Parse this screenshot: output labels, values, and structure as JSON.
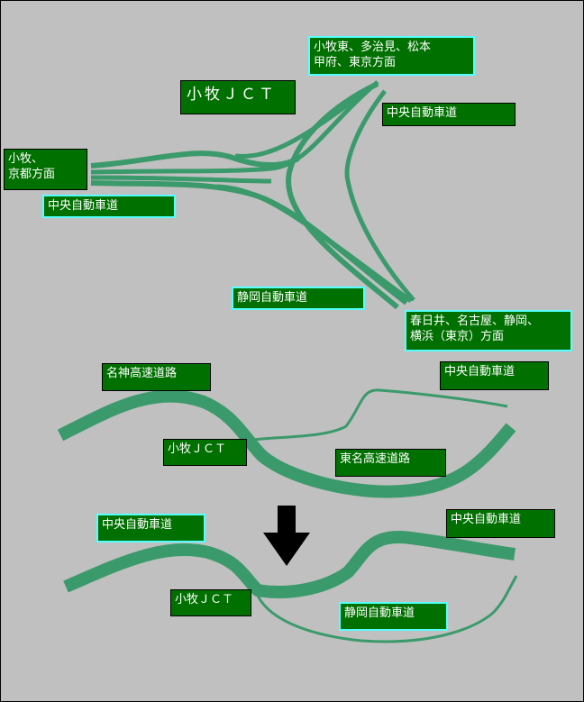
{
  "diagram": {
    "colors": {
      "background": "#c0c0c0",
      "road": "#3b9a6b",
      "label_bg": "#007000",
      "label_text": "#ffffff",
      "label_border_cyan": "#55ffff"
    },
    "top": {
      "title": "小牧ＪＣＴ",
      "dest_ne_line1": "小牧東、多治見、松本",
      "dest_ne_line2": "甲府、東京方面",
      "dest_w_line1": "小牧、",
      "dest_w_line2": "京都方面",
      "dest_se_line1": "春日井、名古屋、静岡、",
      "dest_se_line2": "横浜（東京）方面",
      "road_chuo_east": "中央自動車道",
      "road_chuo_west": "中央自動車道",
      "road_shizuoka": "静岡自動車道"
    },
    "middle": {
      "meishin": "名神高速道路",
      "chuo": "中央自動車道",
      "jct": "小牧ＪＣＴ",
      "tomei": "東名高速道路"
    },
    "bottom": {
      "chuo_left": "中央自動車道",
      "chuo_right": "中央自動車道",
      "jct": "小牧ＪＣＴ",
      "shizuoka": "静岡自動車道"
    }
  }
}
